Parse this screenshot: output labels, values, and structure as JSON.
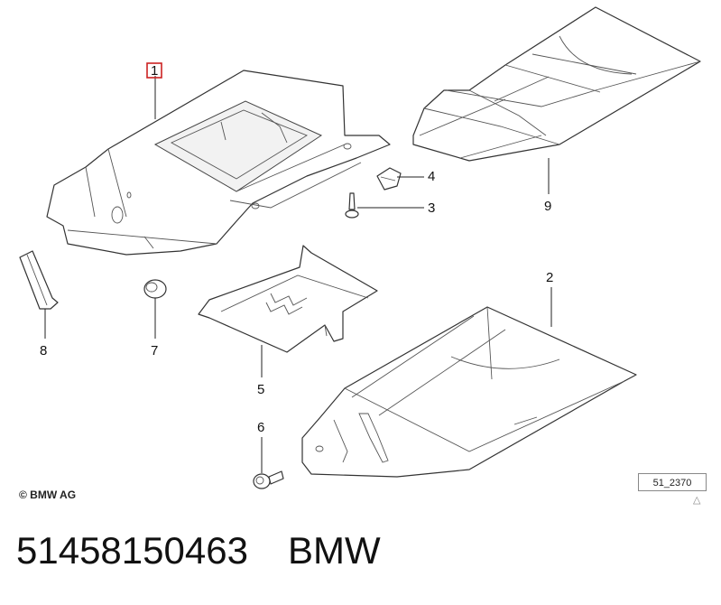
{
  "callouts": [
    {
      "id": "1",
      "label": "1"
    },
    {
      "id": "2",
      "label": "2"
    },
    {
      "id": "3",
      "label": "3"
    },
    {
      "id": "4",
      "label": "4"
    },
    {
      "id": "5",
      "label": "5"
    },
    {
      "id": "6",
      "label": "6"
    },
    {
      "id": "7",
      "label": "7"
    },
    {
      "id": "8",
      "label": "8"
    },
    {
      "id": "9",
      "label": "9"
    }
  ],
  "copyright": "© BMW AG",
  "reference": "51_2370",
  "reference_mark": "△",
  "footer": {
    "part_number": "51458150463",
    "brand": "BMW"
  },
  "highlight_color": "#cc2222"
}
